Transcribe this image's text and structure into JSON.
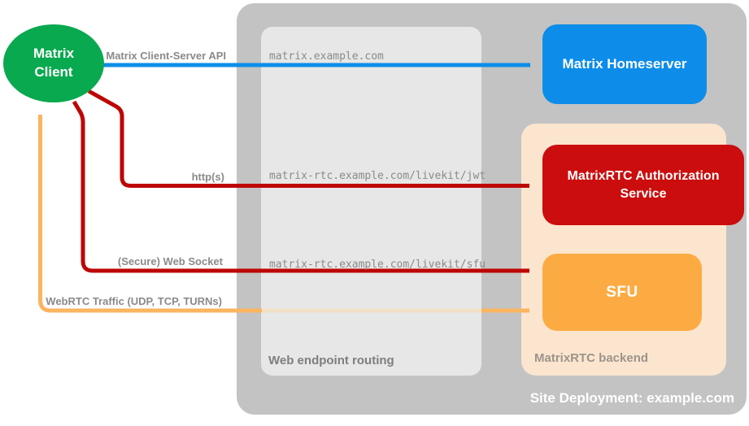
{
  "nodes": {
    "client": "Matrix Client",
    "homeserver": "Matrix Homeserver",
    "auth_service": "MatrixRTC Authorization Service",
    "sfu": "SFU"
  },
  "containers": {
    "routing_label": "Web endpoint routing",
    "backend_label": "MatrixRTC backend",
    "site_label": "Site Deployment: example.com"
  },
  "endpoints": {
    "homeserver": "matrix.example.com",
    "jwt": "matrix-rtc.example.com/livekit/jwt",
    "sfu": "matrix-rtc.example.com/livekit/sfu"
  },
  "connections": {
    "client_server_api": "Matrix Client-Server API",
    "https": "http(s)",
    "websocket": "(Secure) Web Socket",
    "webrtc": "WebRTC Traffic (UDP, TCP, TURNs)"
  },
  "colors": {
    "client_green": "#09a94f",
    "homeserver_blue": "#0d8de9",
    "auth_red": "#cb0d0d",
    "sfu_orange": "#fcab43",
    "arrow_blue": "#0d8de9",
    "arrow_red": "#be0606",
    "arrow_orange": "#fbb45f",
    "arrow_orange_faded": "#efe0c6",
    "backend_peach": "#fbe5ce",
    "site_gray": "#c3c3c3",
    "routing_gray": "#e7e7e7",
    "label_gray": "#8a8a8a"
  }
}
